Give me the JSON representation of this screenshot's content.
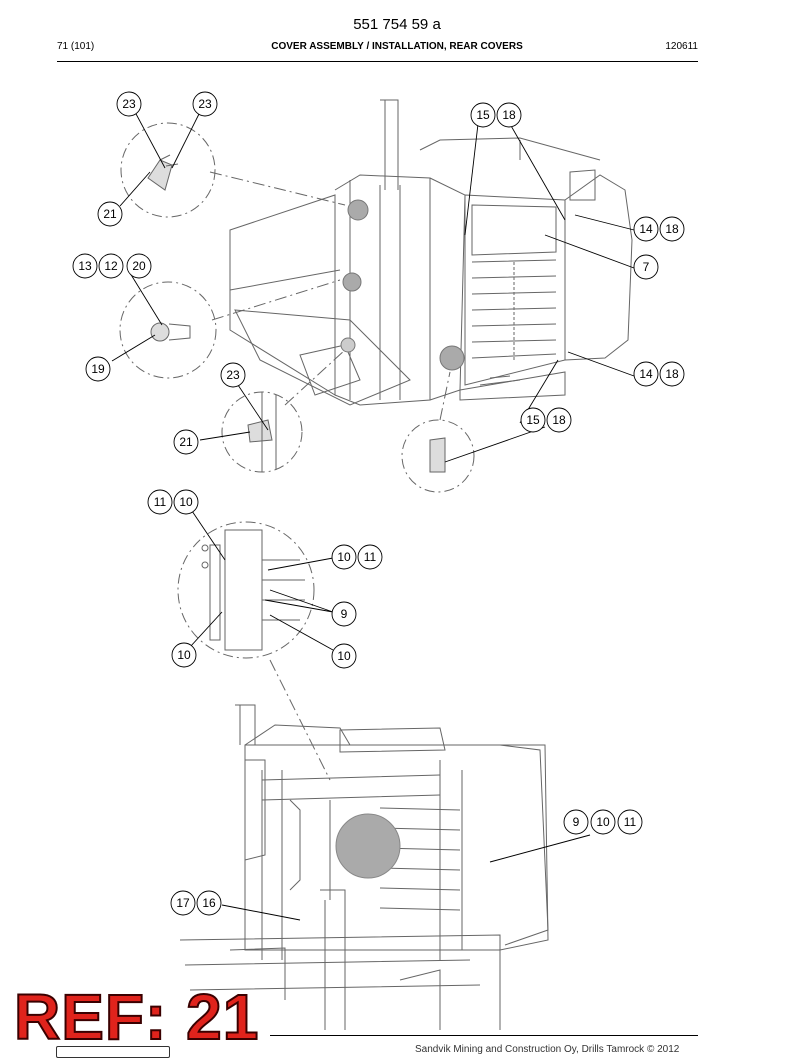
{
  "header": {
    "document_number": "551 754 59 a",
    "page_indicator": "71 (101)",
    "title": "COVER ASSEMBLY / INSTALLATION, REAR COVERS",
    "date_code": "120611"
  },
  "callouts": [
    "23",
    "23",
    "15",
    "18",
    "21",
    "14",
    "18",
    "7",
    "13",
    "12",
    "20",
    "19",
    "23",
    "14",
    "18",
    "15",
    "18",
    "21",
    "11",
    "10",
    "10",
    "11",
    "9",
    "10",
    "10",
    "9",
    "10",
    "11",
    "17",
    "16"
  ],
  "stamp": "REF: 21",
  "footer": {
    "copyright": "Sandvik Mining and Construction Oy, Drills Tamrock © 2012"
  }
}
